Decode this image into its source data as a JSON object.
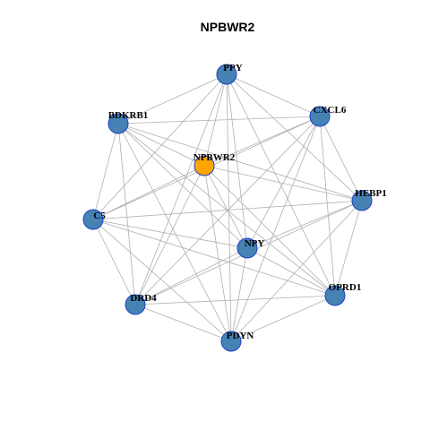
{
  "title": "NPBWR2",
  "colors": {
    "node_default": "#4682B4",
    "node_highlight": "#FFA500",
    "node_border": "#1E40C8",
    "edge": "#B0B0B0"
  },
  "nodes": [
    {
      "id": "PPY",
      "label": "PPY",
      "highlight": false
    },
    {
      "id": "CXCL6",
      "label": "CXCL6",
      "highlight": false
    },
    {
      "id": "BDKRB1",
      "label": "BDKRB1",
      "highlight": false
    },
    {
      "id": "NPBWR2",
      "label": "NPBWR2",
      "highlight": true
    },
    {
      "id": "HEBP1",
      "label": "HEBP1",
      "highlight": false
    },
    {
      "id": "C5",
      "label": "C5",
      "highlight": false
    },
    {
      "id": "NPY",
      "label": "NPY",
      "highlight": false
    },
    {
      "id": "OPRD1",
      "label": "OPRD1",
      "highlight": false
    },
    {
      "id": "DRD4",
      "label": "DRD4",
      "highlight": false
    },
    {
      "id": "PDYN",
      "label": "PDYN",
      "highlight": false
    }
  ],
  "edges": [
    [
      "PPY",
      "CXCL6"
    ],
    [
      "PPY",
      "BDKRB1"
    ],
    [
      "PPY",
      "NPBWR2"
    ],
    [
      "PPY",
      "HEBP1"
    ],
    [
      "PPY",
      "C5"
    ],
    [
      "PPY",
      "NPY"
    ],
    [
      "PPY",
      "OPRD1"
    ],
    [
      "PPY",
      "DRD4"
    ],
    [
      "PPY",
      "PDYN"
    ],
    [
      "CXCL6",
      "BDKRB1"
    ],
    [
      "CXCL6",
      "NPBWR2"
    ],
    [
      "CXCL6",
      "HEBP1"
    ],
    [
      "CXCL6",
      "C5"
    ],
    [
      "CXCL6",
      "NPY"
    ],
    [
      "CXCL6",
      "OPRD1"
    ],
    [
      "CXCL6",
      "DRD4"
    ],
    [
      "CXCL6",
      "PDYN"
    ],
    [
      "BDKRB1",
      "NPBWR2"
    ],
    [
      "BDKRB1",
      "HEBP1"
    ],
    [
      "BDKRB1",
      "C5"
    ],
    [
      "BDKRB1",
      "NPY"
    ],
    [
      "BDKRB1",
      "OPRD1"
    ],
    [
      "BDKRB1",
      "DRD4"
    ],
    [
      "BDKRB1",
      "PDYN"
    ],
    [
      "NPBWR2",
      "HEBP1"
    ],
    [
      "NPBWR2",
      "C5"
    ],
    [
      "NPBWR2",
      "NPY"
    ],
    [
      "NPBWR2",
      "OPRD1"
    ],
    [
      "NPBWR2",
      "DRD4"
    ],
    [
      "NPBWR2",
      "PDYN"
    ],
    [
      "HEBP1",
      "C5"
    ],
    [
      "HEBP1",
      "NPY"
    ],
    [
      "HEBP1",
      "OPRD1"
    ],
    [
      "HEBP1",
      "DRD4"
    ],
    [
      "HEBP1",
      "PDYN"
    ],
    [
      "C5",
      "NPY"
    ],
    [
      "C5",
      "OPRD1"
    ],
    [
      "C5",
      "DRD4"
    ],
    [
      "C5",
      "PDYN"
    ],
    [
      "NPY",
      "OPRD1"
    ],
    [
      "NPY",
      "DRD4"
    ],
    [
      "NPY",
      "PDYN"
    ],
    [
      "OPRD1",
      "DRD4"
    ],
    [
      "OPRD1",
      "PDYN"
    ],
    [
      "DRD4",
      "PDYN"
    ]
  ]
}
